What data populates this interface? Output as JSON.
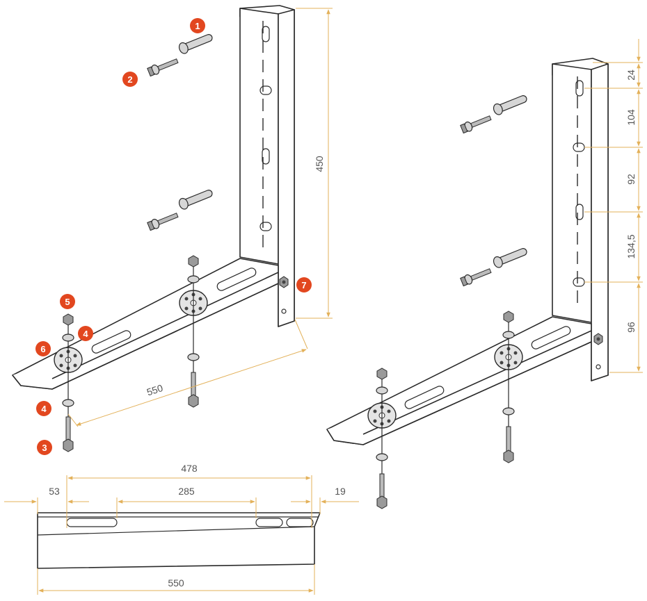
{
  "callouts": [
    "1",
    "2",
    "3",
    "4",
    "5",
    "6",
    "7",
    "4"
  ],
  "dims_left": {
    "height": "450",
    "arm_length": "550"
  },
  "dims_right": {
    "seg1": "24",
    "seg2": "104",
    "seg3": "92",
    "seg4": "134,5",
    "seg5": "96"
  },
  "dims_bottom": {
    "span": "478",
    "left": "53",
    "middle": "285",
    "right": "19",
    "total": "550"
  },
  "colors": {
    "badge": "#e2471f",
    "dimension_line": "#e3b15a",
    "outline": "#2a2a2a"
  }
}
